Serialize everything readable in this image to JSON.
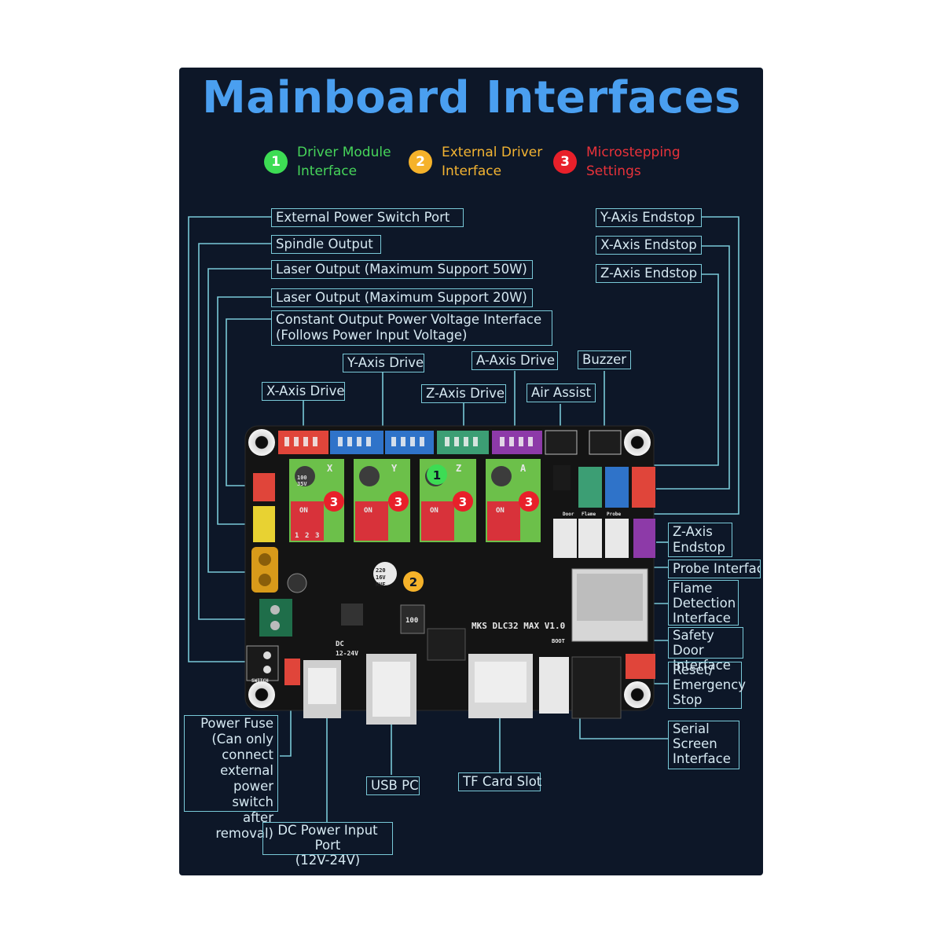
{
  "title": "Mainboard Interfaces",
  "legend": [
    {
      "num": "1",
      "line1": "Driver Module",
      "line2": "Interface",
      "color": "#3ddc54"
    },
    {
      "num": "2",
      "line1": "External Driver",
      "line2": "Interface",
      "color": "#f5b22a"
    },
    {
      "num": "3",
      "line1": "Microstepping",
      "line2": "Settings",
      "color": "#e8202a"
    }
  ],
  "labels": {
    "ext_power_switch": "External Power Switch Port",
    "spindle_output": "Spindle Output",
    "laser_50w": "Laser Output (Maximum Support 50W)",
    "laser_20w": "Laser Output (Maximum Support 20W)",
    "constant_output_1": "Constant Output Power Voltage Interface",
    "constant_output_2": "(Follows Power Input Voltage)",
    "y_axis_drive": "Y-Axis Drive",
    "a_axis_drive": "A-Axis Drive",
    "buzzer": "Buzzer",
    "x_axis_drive": "X-Axis Drive",
    "z_axis_drive": "Z-Axis Drive",
    "air_assist": "Air Assist",
    "y_axis_endstop": "Y-Axis Endstop",
    "x_axis_endstop": "X-Axis Endstop",
    "z_axis_endstop_top": "Z-Axis Endstop",
    "z_axis_endstop_side_1": "Z-Axis",
    "z_axis_endstop_side_2": "Endstop",
    "probe_interface": "Probe Interface",
    "flame_1": "Flame",
    "flame_2": "Detection",
    "flame_3": "Interface",
    "safety_1": "Safety Door",
    "safety_2": "Interface",
    "reset_1": "Reset/",
    "reset_2": "Emergency",
    "reset_3": "Stop",
    "serial_1": "Serial",
    "serial_2": "Screen",
    "serial_3": "Interface",
    "fuse_1": "Power Fuse",
    "fuse_2": "(Can only",
    "fuse_3": "connect",
    "fuse_4": "external",
    "fuse_5": "power switch",
    "fuse_6": "after removal)",
    "usb_pc": "USB PC",
    "tf_card": "TF Card Slot",
    "dc_power_1": "DC Power Input Port",
    "dc_power_2": "(12V-24V)"
  },
  "board": {
    "model": "MKS DLC32 MAX V1.0",
    "driver_letters": [
      "X",
      "Y",
      "Z",
      "A"
    ],
    "dip_on": "ON",
    "dip_numbers": [
      "1",
      "2",
      "3"
    ],
    "cap_label_1": "100",
    "cap_label_2": "35V",
    "big_cap_1": "220",
    "big_cap_2": "16V",
    "big_cap_3": "RVE",
    "inductor": "100",
    "dc_text_1": "DC",
    "dc_text_2": "12-24V",
    "boot": "BOOT",
    "switch": "SWITCH",
    "edge_small": [
      "Door",
      "Flame",
      "Probe"
    ],
    "colors": {
      "board": "#141414",
      "driver_green": "#6cc04a",
      "dip_red": "#d8323a",
      "conn_red": "#e0453a",
      "conn_blue": "#2f73c9",
      "conn_green": "#3c9e74",
      "conn_purple": "#8d3aa8",
      "conn_white": "#e8e8e8",
      "conn_yellow": "#e8d232",
      "label_border": "#79c9d8"
    }
  }
}
